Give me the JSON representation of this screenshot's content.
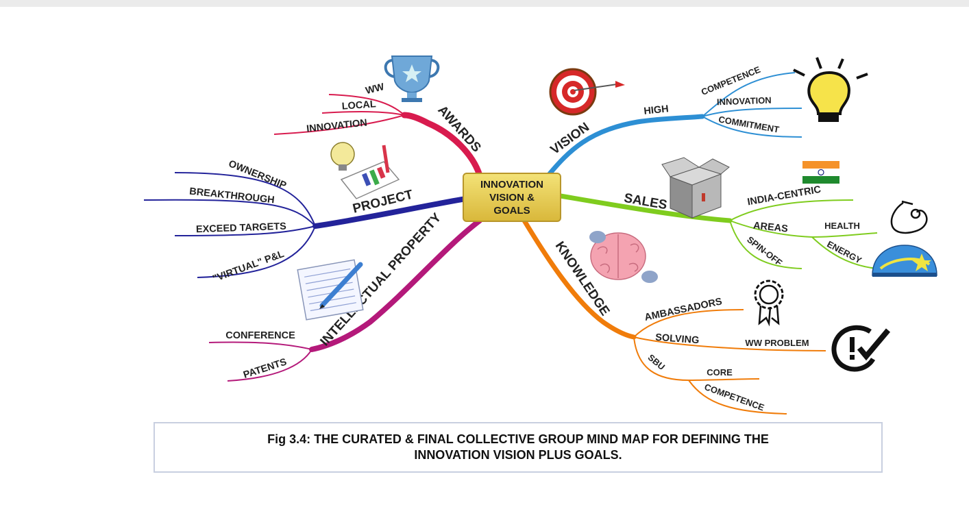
{
  "center": {
    "label": "INNOVATION\nVISION &\nGOALS"
  },
  "branches": {
    "awards": {
      "label": "AWARDS",
      "color": "#d81b4e",
      "leaves": [
        "WW",
        "LOCAL",
        "INNOVATION"
      ]
    },
    "project": {
      "label": "PROJECT",
      "color": "#23239a",
      "leaves": [
        "OWNERSHIP",
        "BREAKTHROUGH",
        "EXCEED TARGETS",
        "\"VIRTUAL\" P&L"
      ]
    },
    "ip": {
      "label": "INTELLECTUAL PROPERTY",
      "color": "#b4197a",
      "leaves": [
        "CONFERENCE",
        "PATENTS"
      ]
    },
    "vision": {
      "label": "VISION",
      "color": "#2d8fd4",
      "sub": "HIGH",
      "leaves": [
        "COMPETENCE",
        "INNOVATION",
        "COMMITMENT"
      ]
    },
    "sales": {
      "label": "SALES",
      "color": "#7fcc1e",
      "subs": [
        "INDIA-CENTRIC",
        "AREAS",
        "SPIN-OFF"
      ],
      "areas": [
        "HEALTH",
        "ENERGY"
      ]
    },
    "knowledge": {
      "label": "KNOWLEDGE",
      "color": "#f07c0a",
      "subs": [
        "AMBASSADORS",
        "SOLVING",
        "SBU"
      ],
      "solving_leaf": "WW PROBLEM",
      "sbu_leaves": [
        "CORE",
        "COMPETENCE"
      ]
    }
  },
  "caption": {
    "text": "Fig 3.4: THE CURATED & FINAL COLLECTIVE GROUP MIND MAP FOR DEFINING THE\nINNOVATION VISION PLUS GOALS."
  },
  "icons": [
    "trophy-icon",
    "target-icon",
    "lightbulb-icon",
    "box-icon",
    "india-flag-icon",
    "stethoscope-icon",
    "energy-globe-icon",
    "chart-icon",
    "brain-icon",
    "document-pen-icon",
    "ribbon-icon",
    "check-icon"
  ]
}
